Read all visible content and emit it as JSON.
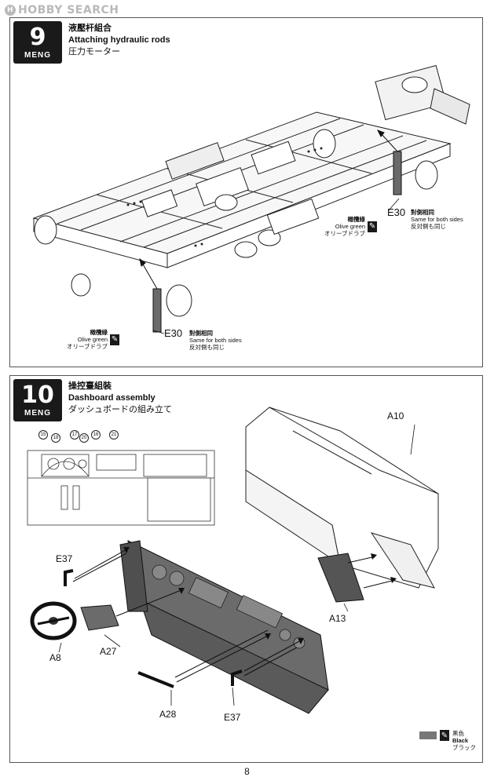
{
  "watermark": {
    "text": "HOBBY SEARCH"
  },
  "page_number": "8",
  "steps": [
    {
      "number": "9",
      "brand": "MENG",
      "title_zh": "液壓杆組合",
      "title_en": "Attaching hydraulic rods",
      "title_jp": "圧力モーター",
      "callouts": [
        {
          "part": "E30",
          "same_zh": "對側相同",
          "same_en": "Same for both sides",
          "same_jp": "反対側も同じ",
          "paint_zh": "橄欖綠",
          "paint_en": "Olive green",
          "paint_jp": "オリーブドラブ"
        },
        {
          "part": "E30",
          "same_zh": "對側相同",
          "same_en": "Same for both sides",
          "same_jp": "反対側も同じ",
          "paint_zh": "橄欖綠",
          "paint_en": "Olive green",
          "paint_jp": "オリーブドラブ"
        }
      ]
    },
    {
      "number": "10",
      "brand": "MENG",
      "title_zh": "操控臺組裝",
      "title_en": "Dashboard assembly",
      "title_jp": "ダッシュボードの組み立て",
      "parts": [
        "A10",
        "E37",
        "A8",
        "A27",
        "A13",
        "A28",
        "E37"
      ],
      "decals": [
        "15",
        "18",
        "17",
        "20",
        "16",
        "21"
      ]
    }
  ],
  "legend": {
    "paint_zh": "黑色",
    "paint_en": "Black",
    "paint_jp": "ブラック",
    "swatch_color": "#777777"
  }
}
